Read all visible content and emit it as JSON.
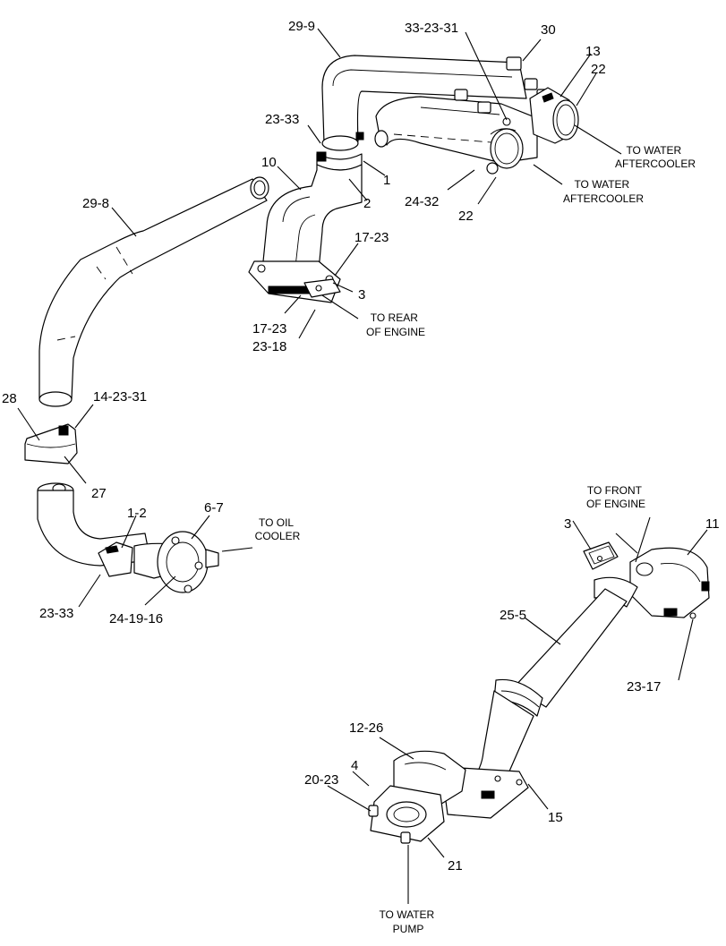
{
  "parts": {
    "p29_9": "29-9",
    "p33_23_31": "33-23-31",
    "p30": "30",
    "p13": "13",
    "p22_top": "22",
    "p23_33_top": "23-33",
    "p1": "1",
    "p10": "10",
    "p2": "2",
    "p24_32": "24-32",
    "p22_mid": "22",
    "p29_8": "29-8",
    "p17_23_top": "17-23",
    "p3_top": "3",
    "p17_23_low": "17-23",
    "p23_18": "23-18",
    "p28": "28",
    "p14_23_31": "14-23-31",
    "p27": "27",
    "p1_2": "1-2",
    "p6_7": "6-7",
    "p23_33_low": "23-33",
    "p24_19_16": "24-19-16",
    "p3_right": "3",
    "p11": "11",
    "p25_5": "25-5",
    "p23_17": "23-17",
    "p12_26": "12-26",
    "p4": "4",
    "p20_23": "20-23",
    "p15": "15",
    "p21": "21"
  },
  "notes": {
    "aftercooler_1": [
      "TO WATER",
      "AFTERCOOLER"
    ],
    "aftercooler_2": [
      "TO WATER",
      "AFTERCOOLER"
    ],
    "rear_engine": [
      "TO REAR",
      "OF ENGINE"
    ],
    "oil_cooler": [
      "TO OIL",
      "COOLER"
    ],
    "front_engine": [
      "TO FRONT",
      "OF ENGINE"
    ],
    "water_pump": [
      "TO WATER",
      "PUMP"
    ]
  }
}
